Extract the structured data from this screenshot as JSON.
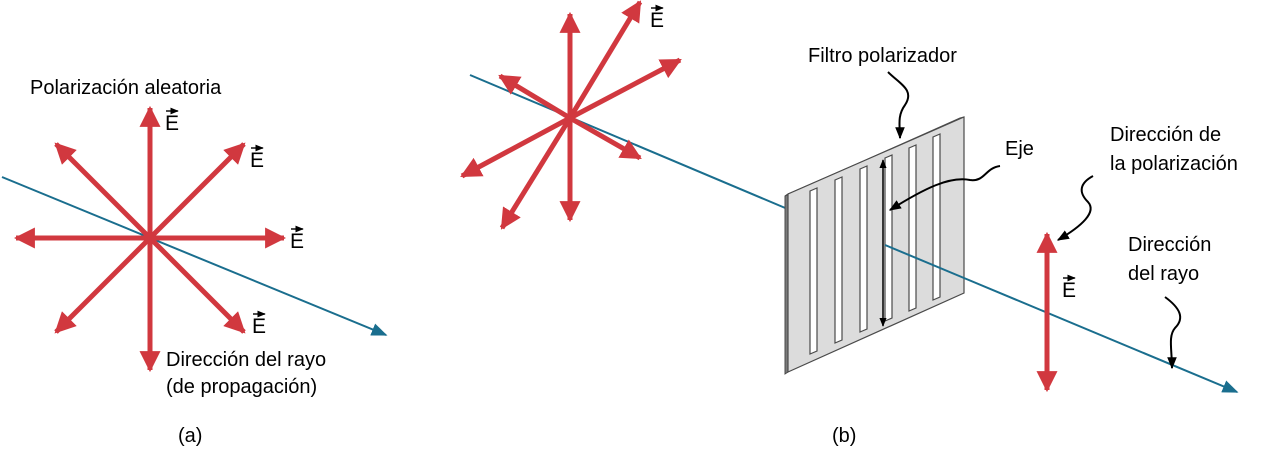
{
  "colors": {
    "field_arrow": "#d1383f",
    "ray": "#1a6e8e",
    "filter_face": "#dcdcdc",
    "filter_edge": "#4a4a4a",
    "axis_arrow": "#000000"
  },
  "panel_a": {
    "title": "Polarización aleatoria",
    "ray_label_line1": "Dirección del rayo",
    "ray_label_line2": "(de propagación)",
    "caption": "(a)",
    "field_symbol": "E"
  },
  "panel_b": {
    "filter_label": "Filtro polarizador",
    "axis_label": "Eje",
    "polarization_label_line1": "Dirección de",
    "polarization_label_line2": "la polarización",
    "ray_label_line1": "Dirección",
    "ray_label_line2": "del rayo",
    "caption": "(b)",
    "field_symbol": "E"
  }
}
